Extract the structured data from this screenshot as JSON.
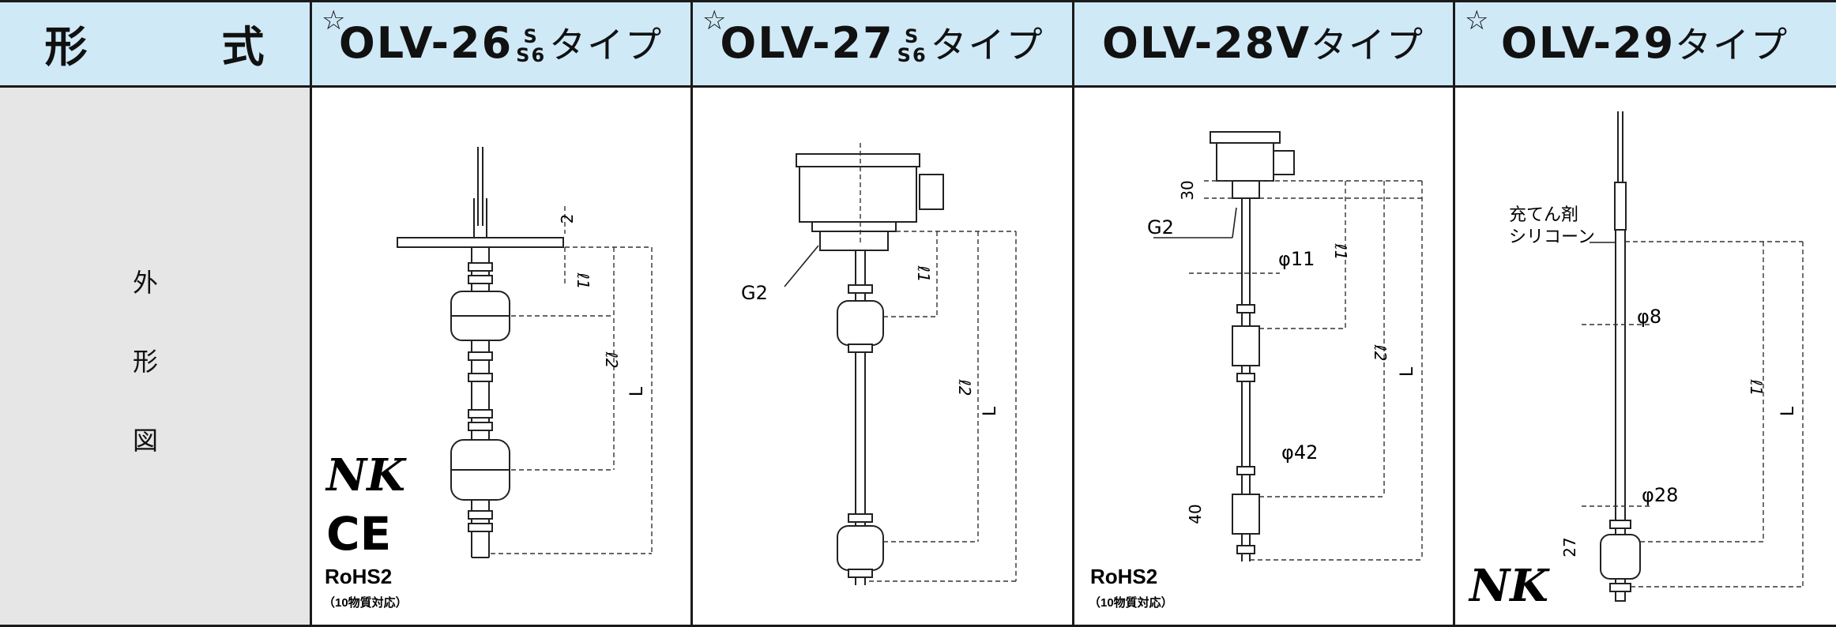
{
  "header": {
    "type_label": "形　　　式",
    "star": "☆",
    "models": [
      {
        "prefix": "OLV-26",
        "suffix_top": "S",
        "suffix_bottom": "S6",
        "type_word": "タイプ",
        "starred": true
      },
      {
        "prefix": "OLV-27",
        "suffix_top": "S",
        "suffix_bottom": "S6",
        "type_word": "タイプ",
        "starred": true
      },
      {
        "prefix": "OLV-28V",
        "suffix_top": "",
        "suffix_bottom": "",
        "type_word": "タイプ",
        "starred": false
      },
      {
        "prefix": "OLV-29",
        "suffix_top": "",
        "suffix_bottom": "",
        "type_word": "タイプ",
        "starred": true
      }
    ]
  },
  "sidebar": {
    "chars": [
      "外",
      "形",
      "図"
    ]
  },
  "drawings": {
    "olv26": {
      "dim_2": "2",
      "dim_l1": "ℓ1",
      "dim_l2": "ℓ2",
      "dim_L": "L",
      "mark_nk": "NK",
      "mark_ce": "CE",
      "rohs": "RoHS2",
      "rohs_sub": "（10物質対応）"
    },
    "olv27": {
      "g2": "G2",
      "dim_l1": "ℓ1",
      "dim_l2": "ℓ2",
      "dim_L": "L"
    },
    "olv28": {
      "dim_30": "30",
      "g2": "G2",
      "phi11": "φ11",
      "dim_l1": "ℓ1",
      "dim_l2": "ℓ2",
      "dim_L": "L",
      "phi42": "φ42",
      "dim_40": "40",
      "rohs": "RoHS2",
      "rohs_sub": "（10物質対応）"
    },
    "olv29": {
      "fill_label_1": "充てん剤",
      "fill_label_2": "シリコーン",
      "phi8": "φ8",
      "dim_l1": "ℓ1",
      "dim_L": "L",
      "phi28": "φ28",
      "dim_27": "27",
      "mark_nk": "NK"
    }
  }
}
